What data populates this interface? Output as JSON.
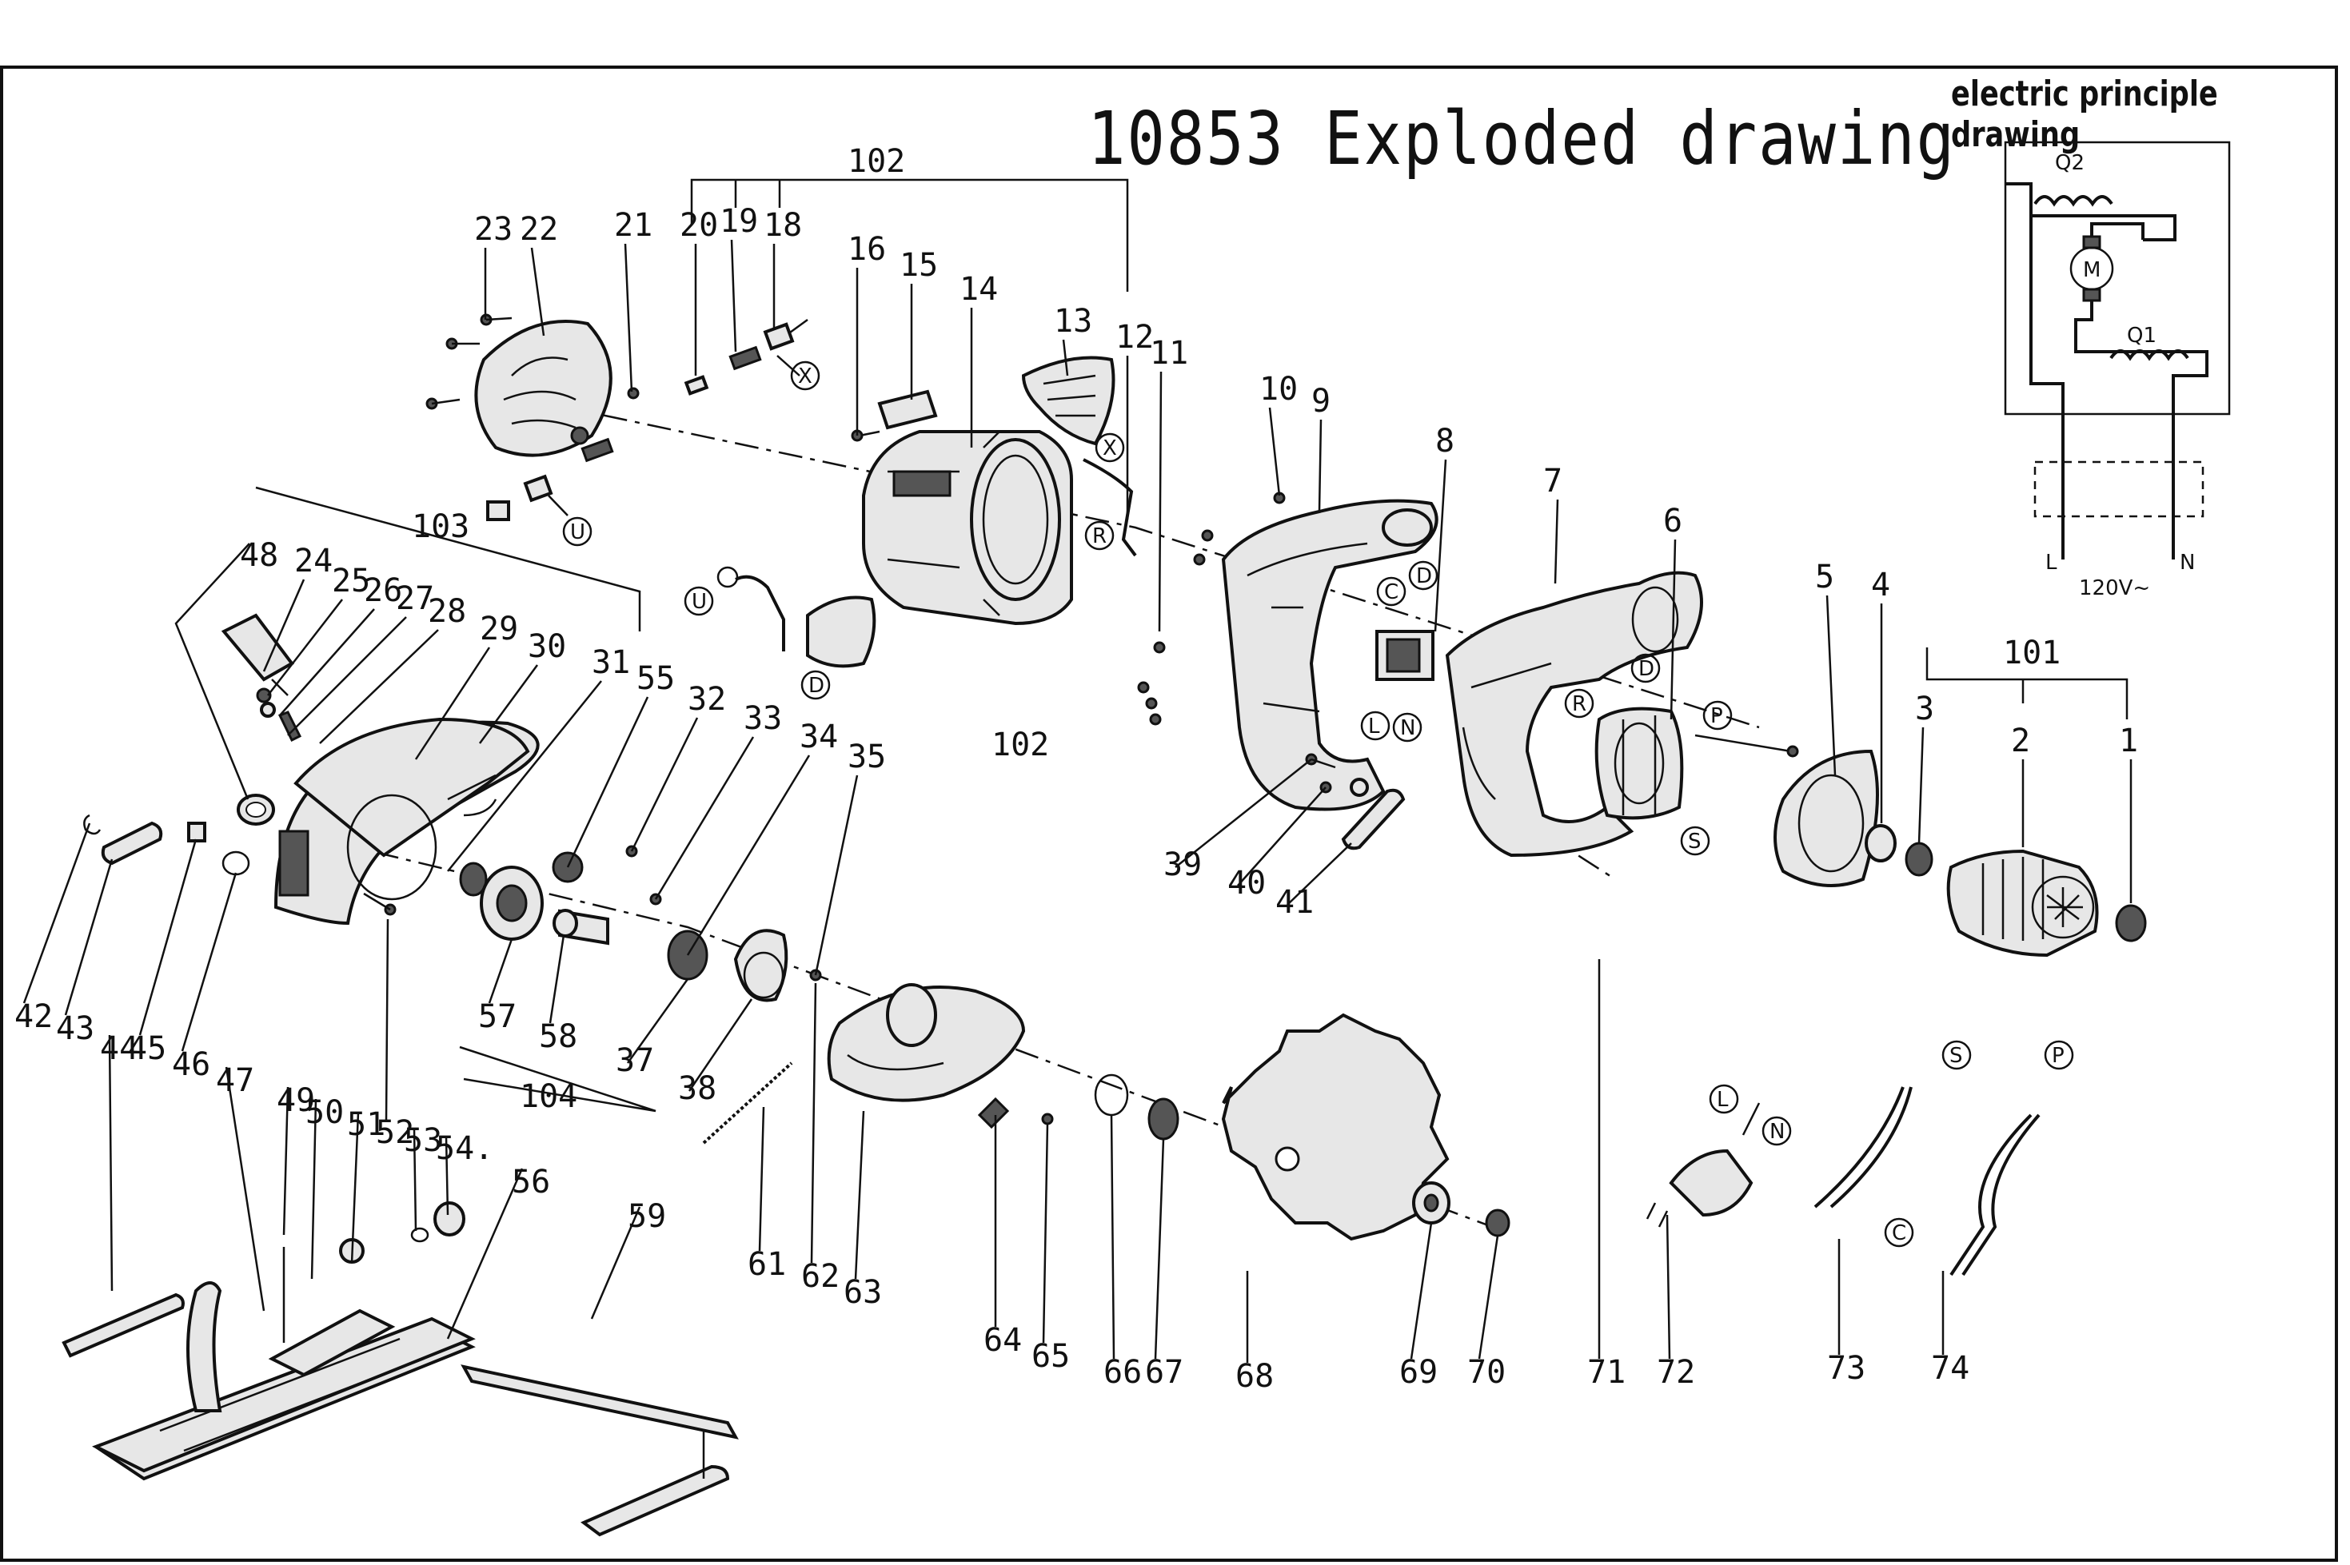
{
  "title": "10853 Exploded drawing",
  "electric": {
    "title": "electric principle drawing",
    "q2": "Q2",
    "q1": "Q1",
    "motor": "M",
    "l": "L",
    "n": "N",
    "voltage": "120V~"
  },
  "connectors": {
    "x": "X",
    "u": "U",
    "r": "R",
    "c": "C",
    "d": "D",
    "l": "L",
    "n": "N",
    "p": "P",
    "s": "S"
  },
  "group_labels": {
    "g101": "101",
    "g102_top": "102",
    "g102_mid": "102",
    "g103": "103",
    "g104": "104"
  },
  "part_numbers": {
    "p1": "1",
    "p2": "2",
    "p3": "3",
    "p4": "4",
    "p5": "5",
    "p6": "6",
    "p7": "7",
    "p8": "8",
    "p9": "9",
    "p10": "10",
    "p11": "11",
    "p12": "12",
    "p13": "13",
    "p14": "14",
    "p15": "15",
    "p16": "16",
    "p18": "18",
    "p19": "19",
    "p20": "20",
    "p21": "21",
    "p22": "22",
    "p23": "23",
    "p24": "24",
    "p25": "25",
    "p26": "26",
    "p27": "27",
    "p28": "28",
    "p29": "29",
    "p30": "30",
    "p31": "31",
    "p32": "32",
    "p33": "33",
    "p34": "34",
    "p35": "35",
    "p37": "37",
    "p38": "38",
    "p39": "39",
    "p40": "40",
    "p41": "41",
    "p42": "42",
    "p43": "43",
    "p44": "44",
    "p45": "45",
    "p46": "46",
    "p47": "47",
    "p48": "48",
    "p49": "49",
    "p50": "50",
    "p51": "51",
    "p52": "52",
    "p53": "53",
    "p54": "54.",
    "p55": "55",
    "p56": "56",
    "p57": "57",
    "p58": "58",
    "p59": "59",
    "p61": "61",
    "p62": "62",
    "p63": "63",
    "p64": "64",
    "p65": "65",
    "p66": "66",
    "p67": "67",
    "p68": "68",
    "p69": "69",
    "p70": "70",
    "p71": "71",
    "p72": "72",
    "p73": "73",
    "p74": "74"
  }
}
